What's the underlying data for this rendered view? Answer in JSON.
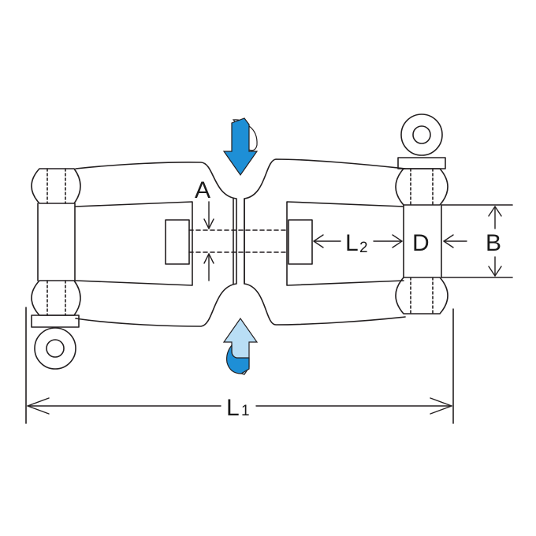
{
  "diagram": {
    "labels": {
      "A": "A",
      "B": "B",
      "D": "D",
      "L1_main": "L",
      "L1_sub": "1",
      "L2_main": "L",
      "L2_sub": "2"
    },
    "colors": {
      "stroke": "#231f20",
      "arrow_fill": "#1e8fd6",
      "arrow_light": "#b9def5",
      "background": "#ffffff"
    },
    "icons": {
      "top_arrow": "rotate-down-arrow-icon",
      "bottom_arrow": "rotate-up-arrow-icon"
    }
  }
}
